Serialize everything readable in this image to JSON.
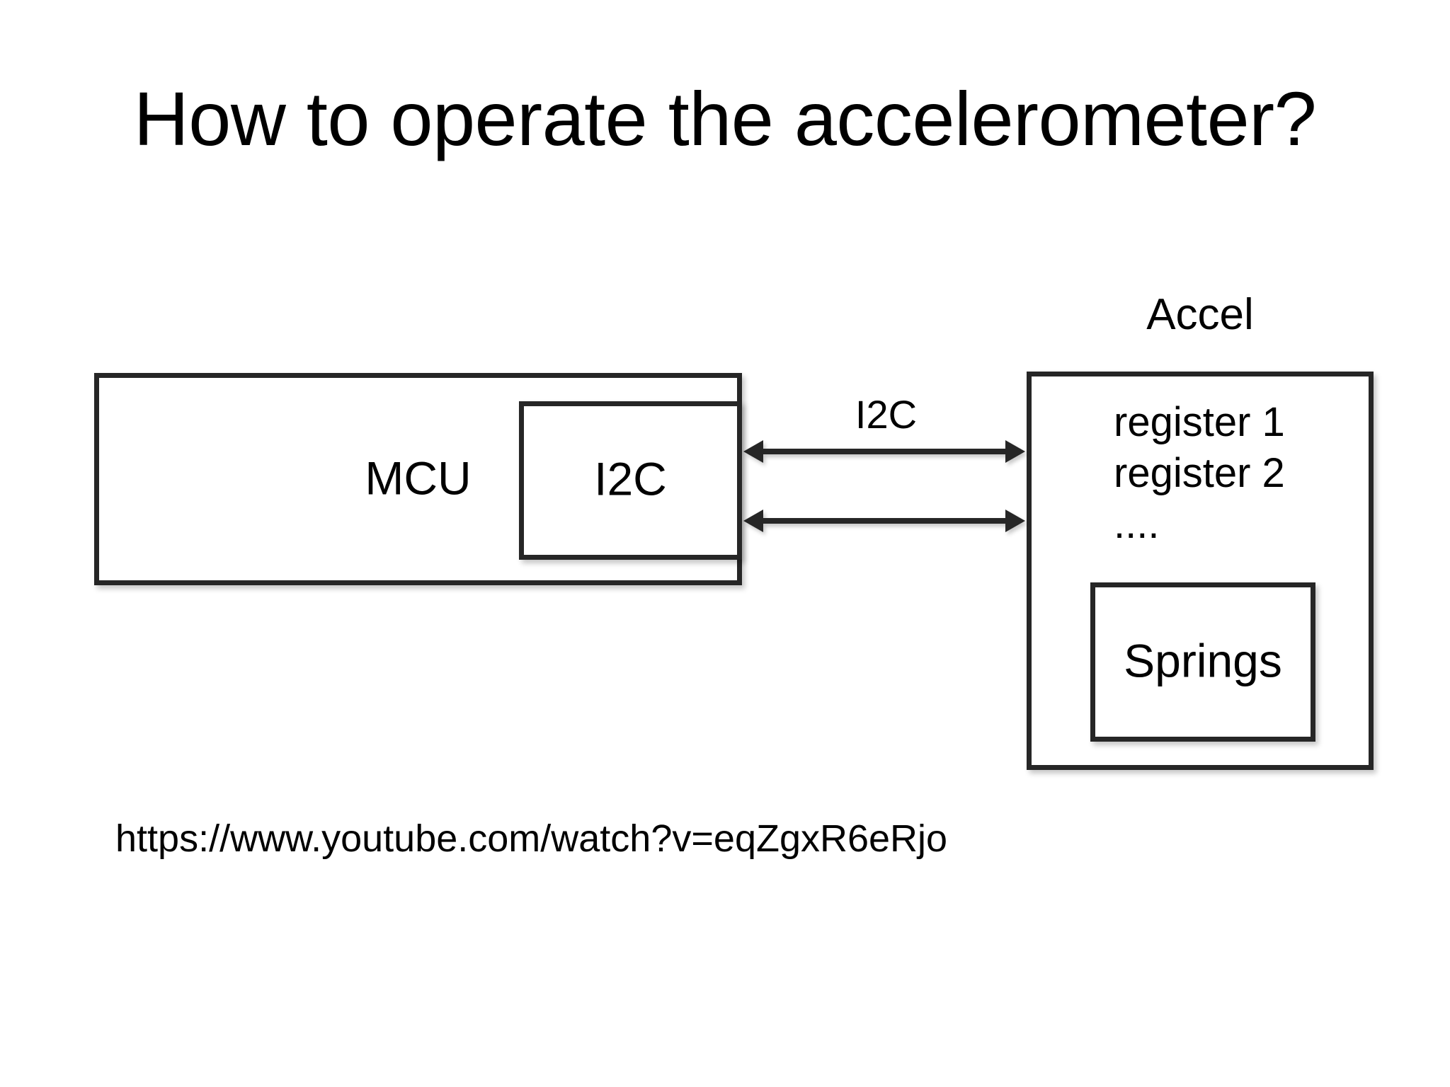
{
  "slide": {
    "title": "How to operate the accelerometer?",
    "background_color": "#ffffff",
    "stroke_color": "#262626",
    "text_color": "#000000"
  },
  "diagram": {
    "mcu": {
      "label": "MCU",
      "peripheral": {
        "label": "I2C"
      }
    },
    "bus": {
      "label": "I2C",
      "arrows": [
        {
          "name": "upper-bus-arrow",
          "direction": "bidirectional"
        },
        {
          "name": "lower-bus-arrow",
          "direction": "bidirectional"
        }
      ]
    },
    "accel": {
      "caption": "Accel",
      "registers": [
        "register 1",
        "register 2",
        "...."
      ],
      "springs": {
        "label": "Springs"
      }
    }
  },
  "footer": {
    "source_url": "https://www.youtube.com/watch?v=eqZgxR6eRjo"
  }
}
